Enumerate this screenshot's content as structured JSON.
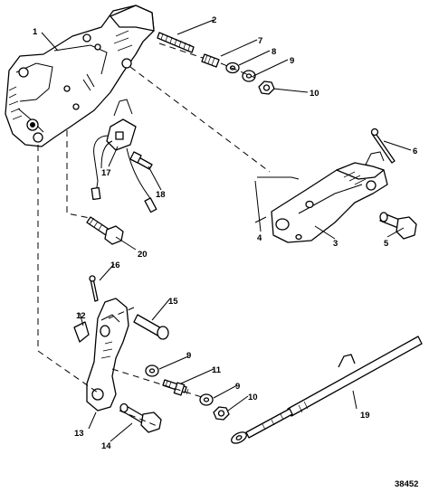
{
  "diagram": {
    "reference_number": "38452",
    "callouts": {
      "c1": "1",
      "c2": "2",
      "c3": "3",
      "c4": "4",
      "c5": "5",
      "c6": "6",
      "c7": "7",
      "c8": "8",
      "c9a": "9",
      "c10a": "10",
      "c11": "11",
      "c12": "12",
      "c13": "13",
      "c14": "14",
      "c15": "15",
      "c16": "16",
      "c17": "17",
      "c18": "18",
      "c19": "19",
      "c20": "20",
      "c9b": "9",
      "c9c": "9",
      "c10b": "10"
    }
  }
}
